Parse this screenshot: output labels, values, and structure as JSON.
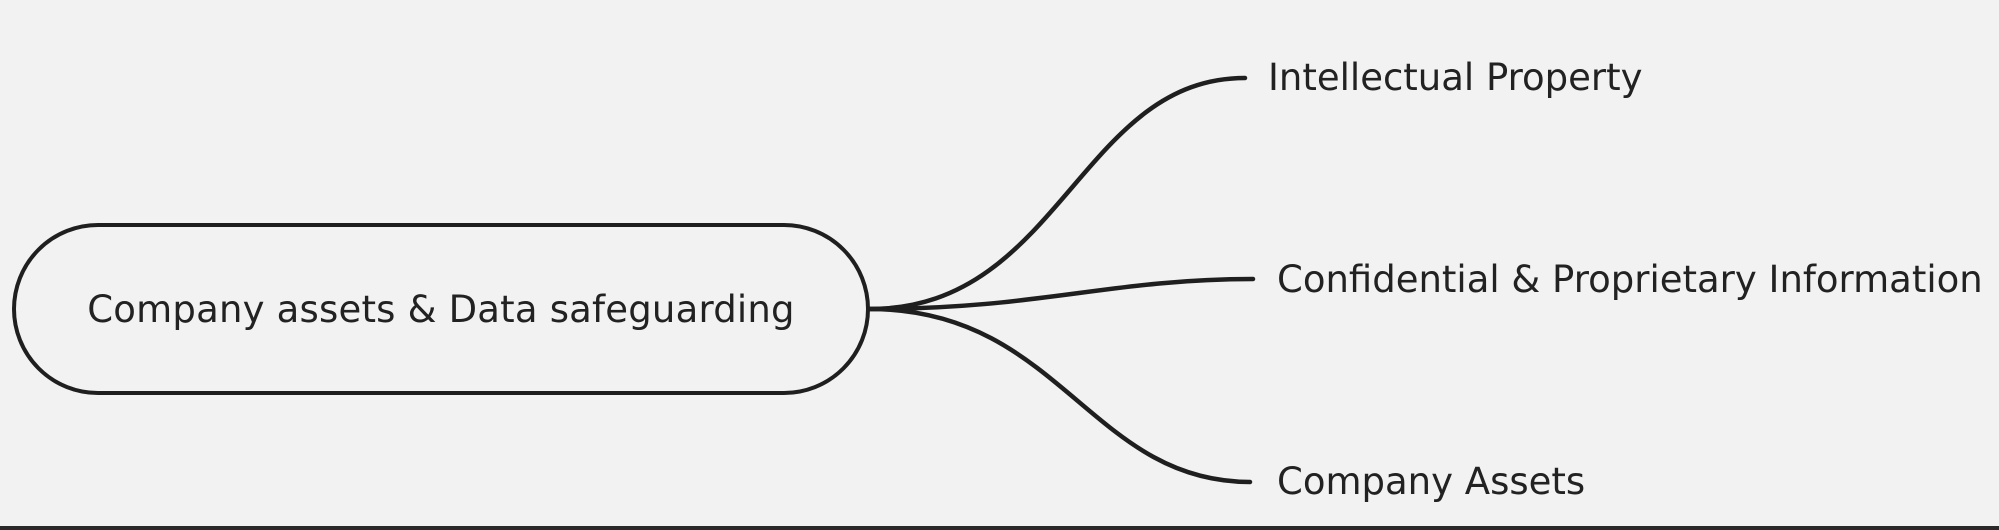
{
  "mindmap": {
    "root": {
      "label": "Company assets & Data safeguarding"
    },
    "branches": [
      {
        "label": "Intellectual Property"
      },
      {
        "label": "Confidential & Proprietary Information"
      },
      {
        "label": "Company Assets"
      }
    ]
  },
  "colors": {
    "background": "#f2f2f2",
    "stroke": "#1f1f1f",
    "text": "#222222"
  }
}
